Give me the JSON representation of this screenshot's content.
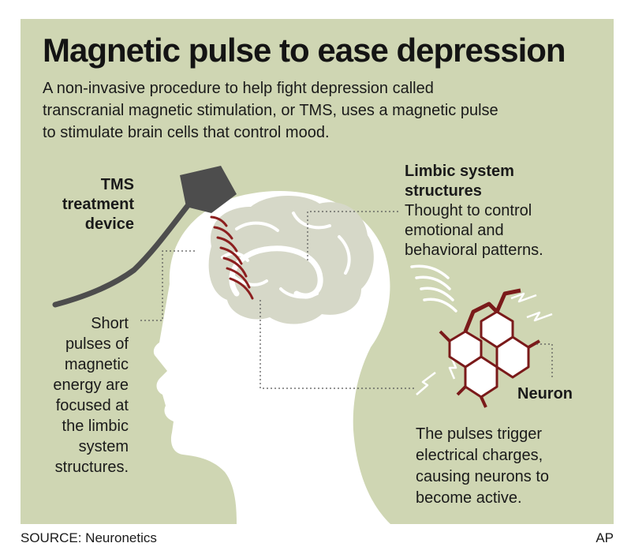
{
  "title": "Magnetic pulse to ease depression",
  "intro_lines": [
    "A non-invasive procedure to help fight depression called",
    "transcranial magnetic stimulation, or TMS, uses a magnetic pulse",
    "to stimulate brain cells that control mood."
  ],
  "device_label_lines": [
    "TMS",
    "treatment",
    "device"
  ],
  "pulses_text_lines": [
    "Short",
    "pulses of",
    "magnetic",
    "energy are",
    "focused at",
    "the limbic",
    "system",
    "structures."
  ],
  "limbic": {
    "heading_lines": [
      "Limbic system",
      "structures"
    ],
    "text_lines": [
      "Thought to control",
      "emotional and",
      "behavioral patterns."
    ]
  },
  "neuron": {
    "heading": "Neuron",
    "text_lines": [
      "The pulses trigger",
      "electrical charges,",
      "causing neurons to",
      "become active."
    ]
  },
  "source": "SOURCE: Neuronetics",
  "credit": "AP",
  "colors": {
    "panel": "#cfd6b3",
    "head": "#ffffff",
    "brain": "#d6d8c8",
    "device": "#4d4d4d",
    "pulse": "#8c1f1f",
    "neuron_dark": "#7a1a1a"
  }
}
